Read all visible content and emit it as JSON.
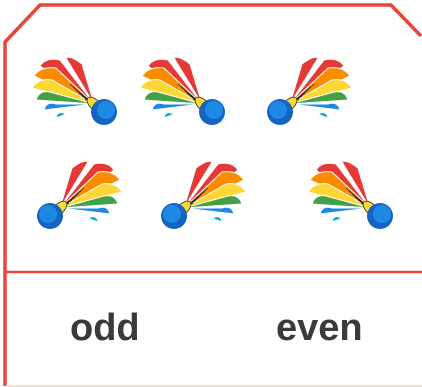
{
  "frame": {
    "border_color": "#e8453c"
  },
  "shuttlecocks": {
    "count": 6,
    "icon": "shuttlecock-icon",
    "colors": [
      "#e53935",
      "#fb8c00",
      "#fdd835",
      "#43a047",
      "#1e88e5",
      "#00acc1"
    ],
    "cork_color": "#1565c0",
    "items": [
      {
        "facing": "right"
      },
      {
        "facing": "right"
      },
      {
        "facing": "left"
      },
      {
        "facing": "left"
      },
      {
        "facing": "left"
      },
      {
        "facing": "right"
      }
    ]
  },
  "choices": {
    "odd_label": "odd",
    "even_label": "even"
  }
}
